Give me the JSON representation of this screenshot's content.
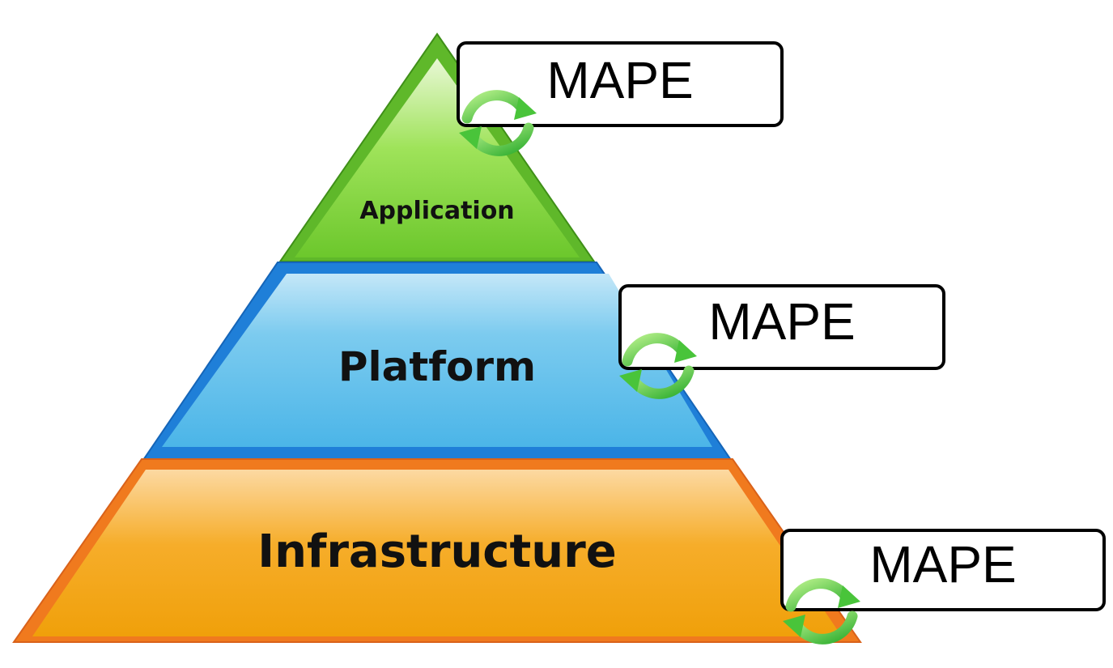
{
  "pyramid": {
    "layers": [
      {
        "label": "Application",
        "color": "#7fd63a",
        "highlight": "#e7f7cf"
      },
      {
        "label": "Platform",
        "color": "#2f8ee0",
        "highlight": "#bfe4f6"
      },
      {
        "label": "Infrastructure",
        "color": "#f2a20a",
        "highlight": "#fbd9a3"
      }
    ]
  },
  "mape_boxes": [
    {
      "label": "MAPE",
      "icon": "cycle-arrows-icon"
    },
    {
      "label": "MAPE",
      "icon": "cycle-arrows-icon"
    },
    {
      "label": "MAPE",
      "icon": "cycle-arrows-icon"
    }
  ]
}
